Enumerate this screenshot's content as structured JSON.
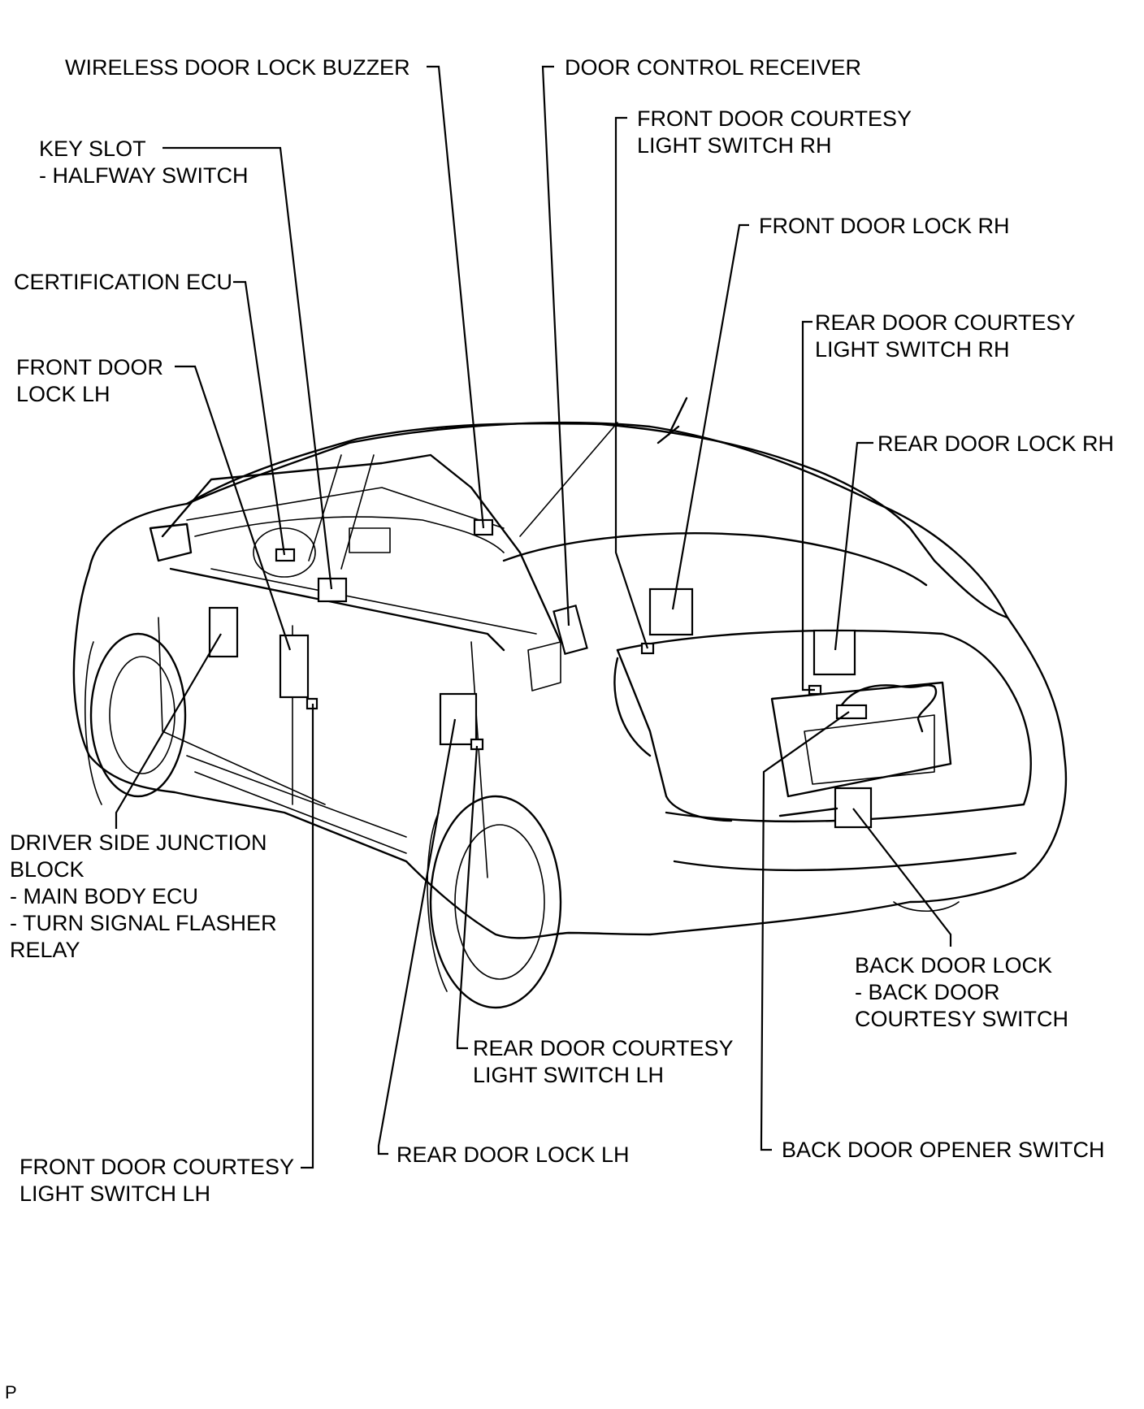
{
  "labels": {
    "wireless_buzzer": "WIRELESS DOOR LOCK BUZZER",
    "door_control_receiver": "DOOR CONTROL RECEIVER",
    "front_door_courtesy_rh_1": "FRONT DOOR COURTESY",
    "front_door_courtesy_rh_2": "LIGHT SWITCH RH",
    "key_slot_1": "KEY SLOT",
    "key_slot_2": "- HALFWAY SWITCH",
    "front_door_lock_rh": "FRONT DOOR LOCK RH",
    "certification_ecu": "CERTIFICATION ECU",
    "rear_door_courtesy_rh_1": "REAR DOOR COURTESY",
    "rear_door_courtesy_rh_2": "LIGHT SWITCH RH",
    "front_door_lock_lh_1": "FRONT DOOR",
    "front_door_lock_lh_2": "LOCK LH",
    "rear_door_lock_rh": "REAR DOOR LOCK RH",
    "driver_jb_1": "DRIVER SIDE JUNCTION",
    "driver_jb_2": "BLOCK",
    "driver_jb_3": "- MAIN BODY ECU",
    "driver_jb_4": "- TURN SIGNAL FLASHER",
    "driver_jb_5": "RELAY",
    "back_door_lock_1": "BACK DOOR LOCK",
    "back_door_lock_2": "- BACK DOOR",
    "back_door_lock_3": "COURTESY SWITCH",
    "rear_door_courtesy_lh_1": "REAR DOOR COURTESY",
    "rear_door_courtesy_lh_2": "LIGHT SWITCH LH",
    "rear_door_lock_lh": "REAR DOOR LOCK LH",
    "back_door_opener": "BACK DOOR OPENER SWITCH",
    "front_door_courtesy_lh_1": "FRONT DOOR COURTESY",
    "front_door_courtesy_lh_2": "LIGHT SWITCH LH",
    "corner_code": "P"
  }
}
